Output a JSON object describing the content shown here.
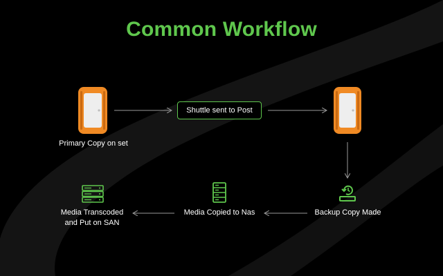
{
  "title": "Common Workflow",
  "nodes": {
    "primary_copy": "Primary Copy on set",
    "shuttle": "Shuttle sent to Post",
    "backup_copy": "Backup Copy Made",
    "media_nas": "Media Copied to Nas",
    "media_san_line1": "Media Transcoded",
    "media_san_line2": "and Put on SAN"
  },
  "colors": {
    "accent_green": "#5fc74d",
    "drive_orange": "#f08a24",
    "drive_face": "#eeeeee",
    "arrow": "#9a9a9a",
    "background": "#000000"
  },
  "icons": [
    "rugged-drive-icon",
    "backup-restore-icon",
    "server-rack-icon",
    "storage-array-icon"
  ]
}
